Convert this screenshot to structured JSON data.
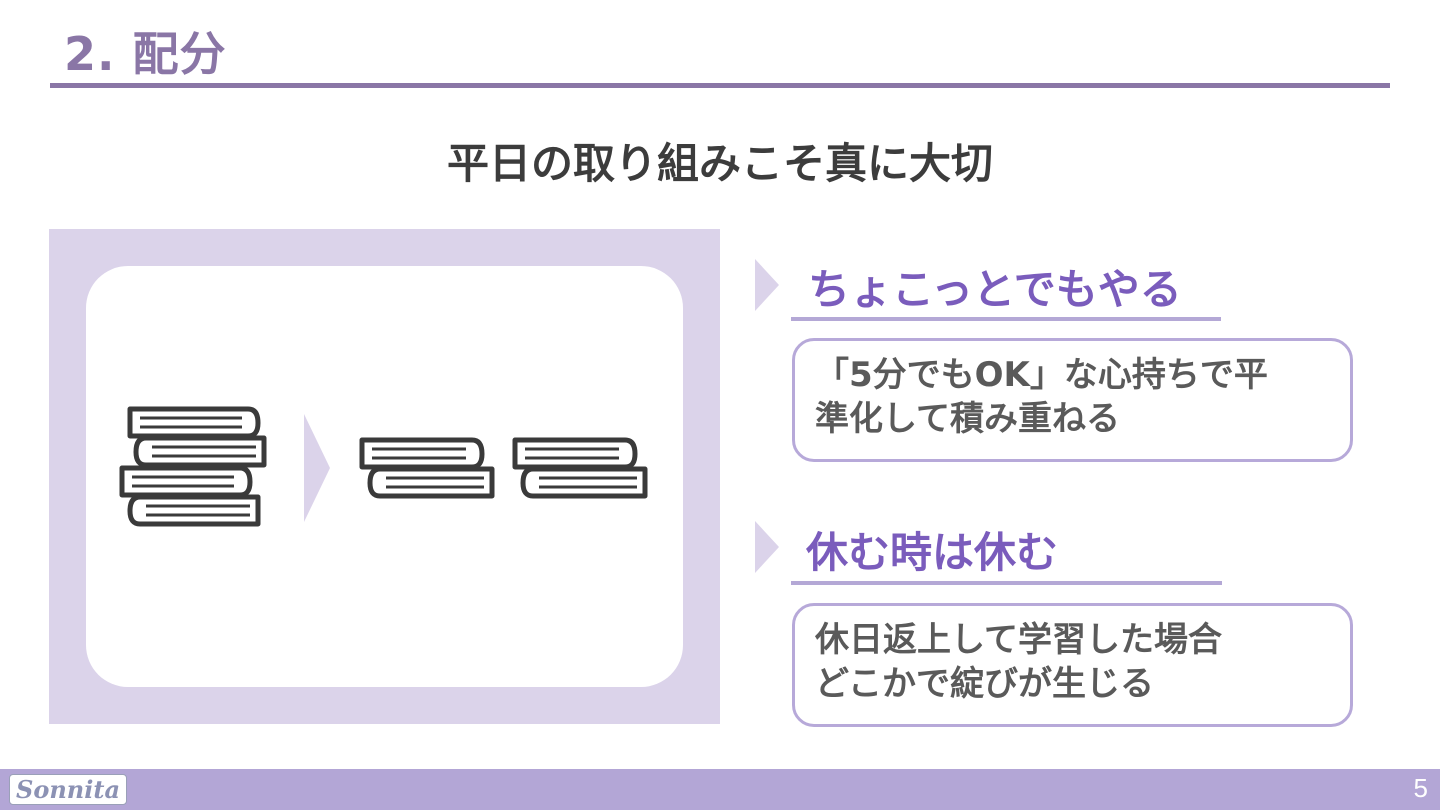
{
  "slide": {
    "title": "2. 配分",
    "subtitle": "平日の取り組みこそ真に大切",
    "page_number": "5"
  },
  "illustration": {
    "before_icon": "stacked-books-icon",
    "arrow_icon": "chevron-right-icon",
    "after_icon": "split-books-icon"
  },
  "points": [
    {
      "heading": "ちょこっとでもやる",
      "lines": [
        "「5分でもOK」な心持ちで平",
        "準化して積み重ねる"
      ]
    },
    {
      "heading": "休む時は休む",
      "lines": [
        "休日返上して学習した場合",
        "どこかで綻びが生じる"
      ]
    }
  ],
  "footer": {
    "logo_text": "Sonnita"
  },
  "colors": {
    "accent": "#8a76a6",
    "heading": "#7a5cbc",
    "panel": "#dbd3ea",
    "footer": "#b3a6d6",
    "box_border": "#b7a9d9"
  }
}
